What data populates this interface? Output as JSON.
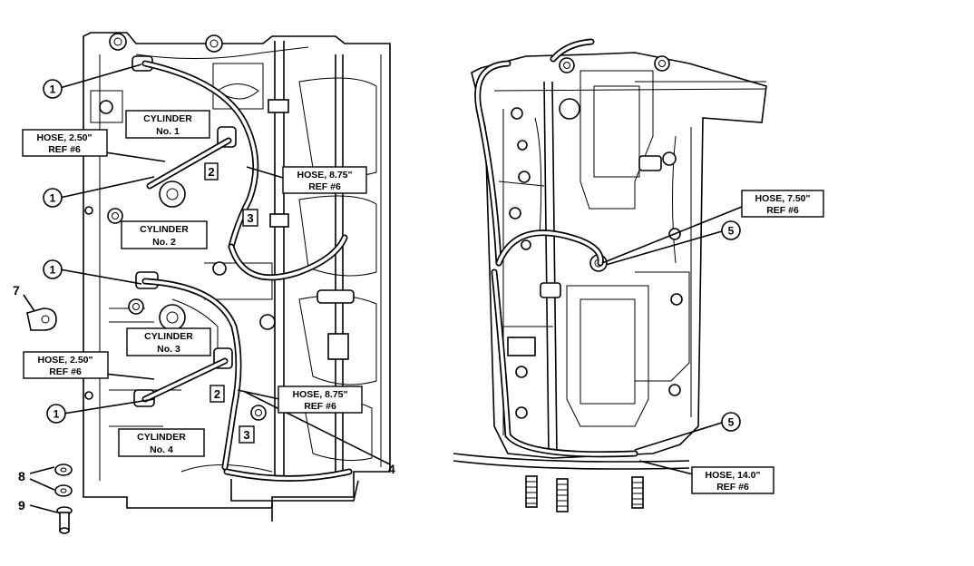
{
  "labels": {
    "cyl1": [
      "CYLINDER",
      "No. 1"
    ],
    "cyl2": [
      "CYLINDER",
      "No. 2"
    ],
    "cyl3": [
      "CYLINDER",
      "No. 3"
    ],
    "cyl4": [
      "CYLINDER",
      "No. 4"
    ],
    "hose_a": [
      "HOSE,  2.50\"",
      "REF #6"
    ],
    "hose_b": [
      "HOSE,  8.75\"",
      "REF #6"
    ],
    "hose_c": [
      "HOSE,  2.50\"",
      "REF #6"
    ],
    "hose_d": [
      "HOSE,  8.75\"",
      "REF #6"
    ],
    "hose_e": [
      "HOSE,  7.50\"",
      "REF #6"
    ],
    "hose_f": [
      "HOSE,  14.0\"",
      "REF #6"
    ]
  },
  "callouts": {
    "c1": "1",
    "c2": "2",
    "c3": "3",
    "c4": "4",
    "c5": "5",
    "c7": "7",
    "c8": "8",
    "c9": "9"
  }
}
